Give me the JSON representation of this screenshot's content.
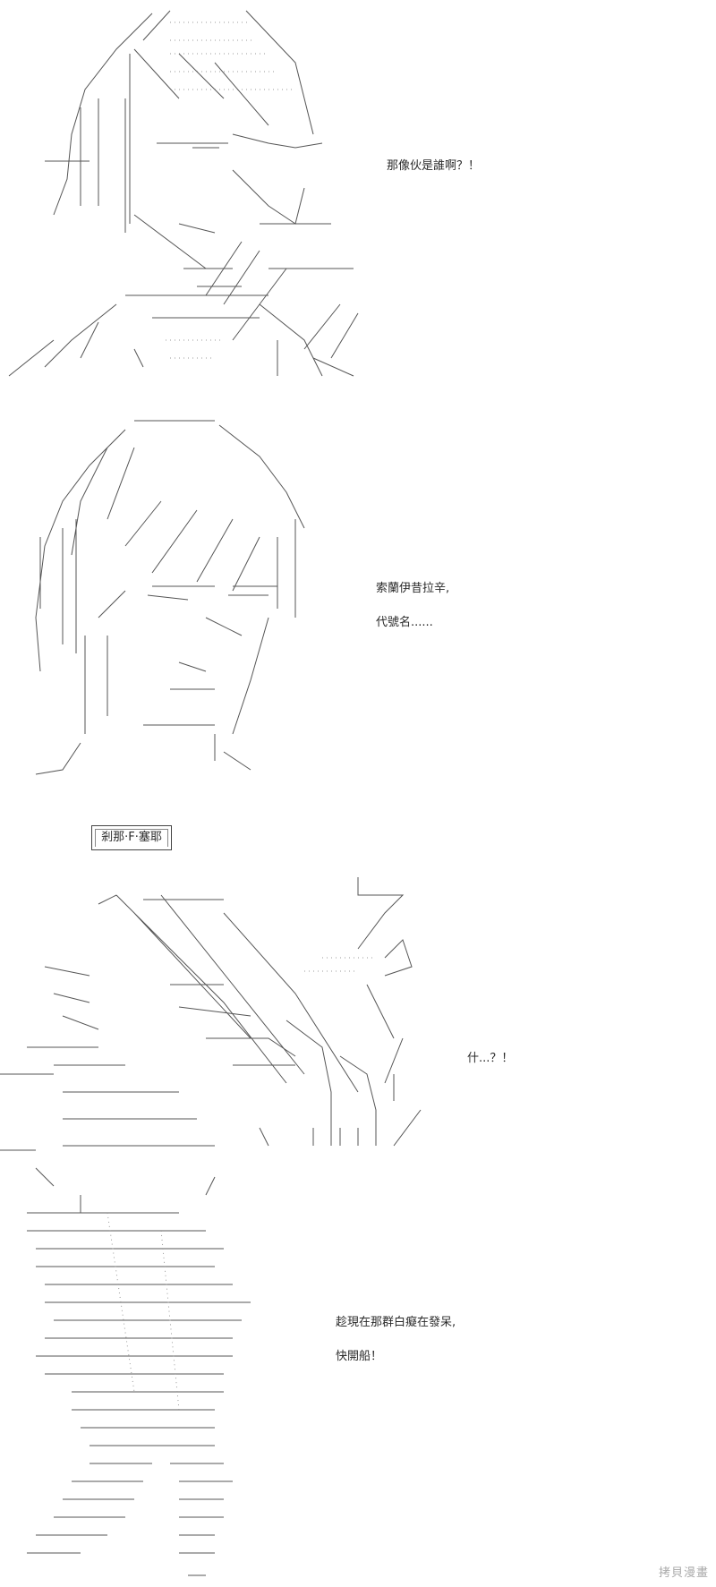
{
  "panels": [
    {
      "dialogue": [
        "那像伙是誰啊？！"
      ]
    },
    {
      "dialogue": [
        "索蘭伊昔拉辛,",
        "代號名......"
      ],
      "name_label": "剎那·F·塞耶"
    },
    {
      "dialogue": [
        "什...？！"
      ]
    },
    {
      "dialogue": [
        "趁現在那群白癡在發呆,",
        "快開船！"
      ]
    }
  ],
  "watermark": "拷貝漫畫"
}
